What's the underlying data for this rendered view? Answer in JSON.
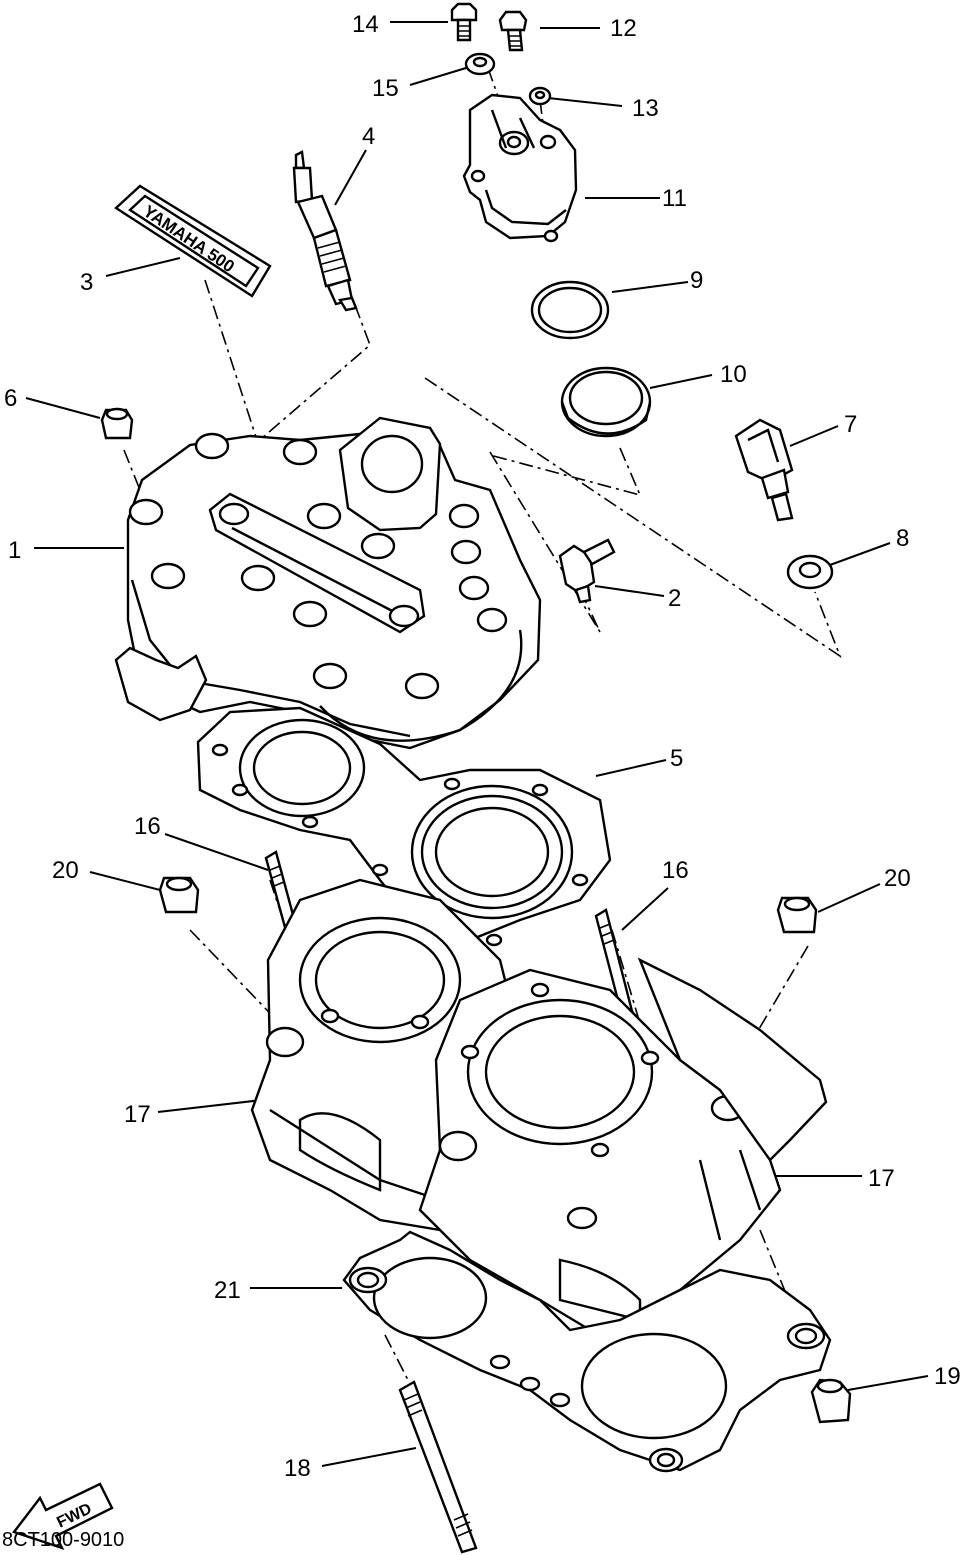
{
  "callouts": [
    {
      "id": "1",
      "label": "1"
    },
    {
      "id": "2",
      "label": "2"
    },
    {
      "id": "3",
      "label": "3"
    },
    {
      "id": "4",
      "label": "4"
    },
    {
      "id": "5",
      "label": "5"
    },
    {
      "id": "6",
      "label": "6"
    },
    {
      "id": "7",
      "label": "7"
    },
    {
      "id": "8",
      "label": "8"
    },
    {
      "id": "9",
      "label": "9"
    },
    {
      "id": "10",
      "label": "10"
    },
    {
      "id": "11",
      "label": "11"
    },
    {
      "id": "12",
      "label": "12"
    },
    {
      "id": "13",
      "label": "13"
    },
    {
      "id": "14",
      "label": "14"
    },
    {
      "id": "15",
      "label": "15"
    },
    {
      "id": "16a",
      "label": "16"
    },
    {
      "id": "16b",
      "label": "16"
    },
    {
      "id": "17a",
      "label": "17"
    },
    {
      "id": "17b",
      "label": "17"
    },
    {
      "id": "18",
      "label": "18"
    },
    {
      "id": "19",
      "label": "19"
    },
    {
      "id": "20a",
      "label": "20"
    },
    {
      "id": "20b",
      "label": "20"
    },
    {
      "id": "21",
      "label": "21"
    }
  ],
  "decal_text": "YAMAHA 500",
  "fwd_label": "FWD",
  "diagram_code": "8CT100-9010",
  "colors": {
    "ink": "#000000",
    "paper": "#ffffff"
  }
}
